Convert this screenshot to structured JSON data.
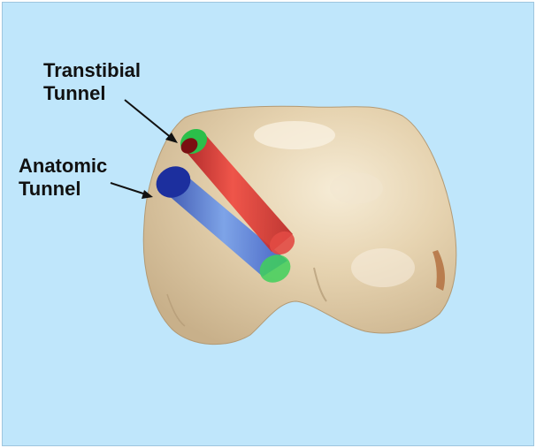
{
  "labels": {
    "transtibial": {
      "line1": "Transtibial",
      "line2": "Tunnel"
    },
    "anatomic": {
      "line1": "Anatomic",
      "line2": "Tunnel"
    }
  },
  "colors": {
    "background": "#bfe6fb",
    "bone": "#e2cfac",
    "transtibial_tunnel": "#e0312c",
    "anatomic_tunnel": "#3a72e6",
    "tunnel_aperture": "#3fd05a"
  }
}
